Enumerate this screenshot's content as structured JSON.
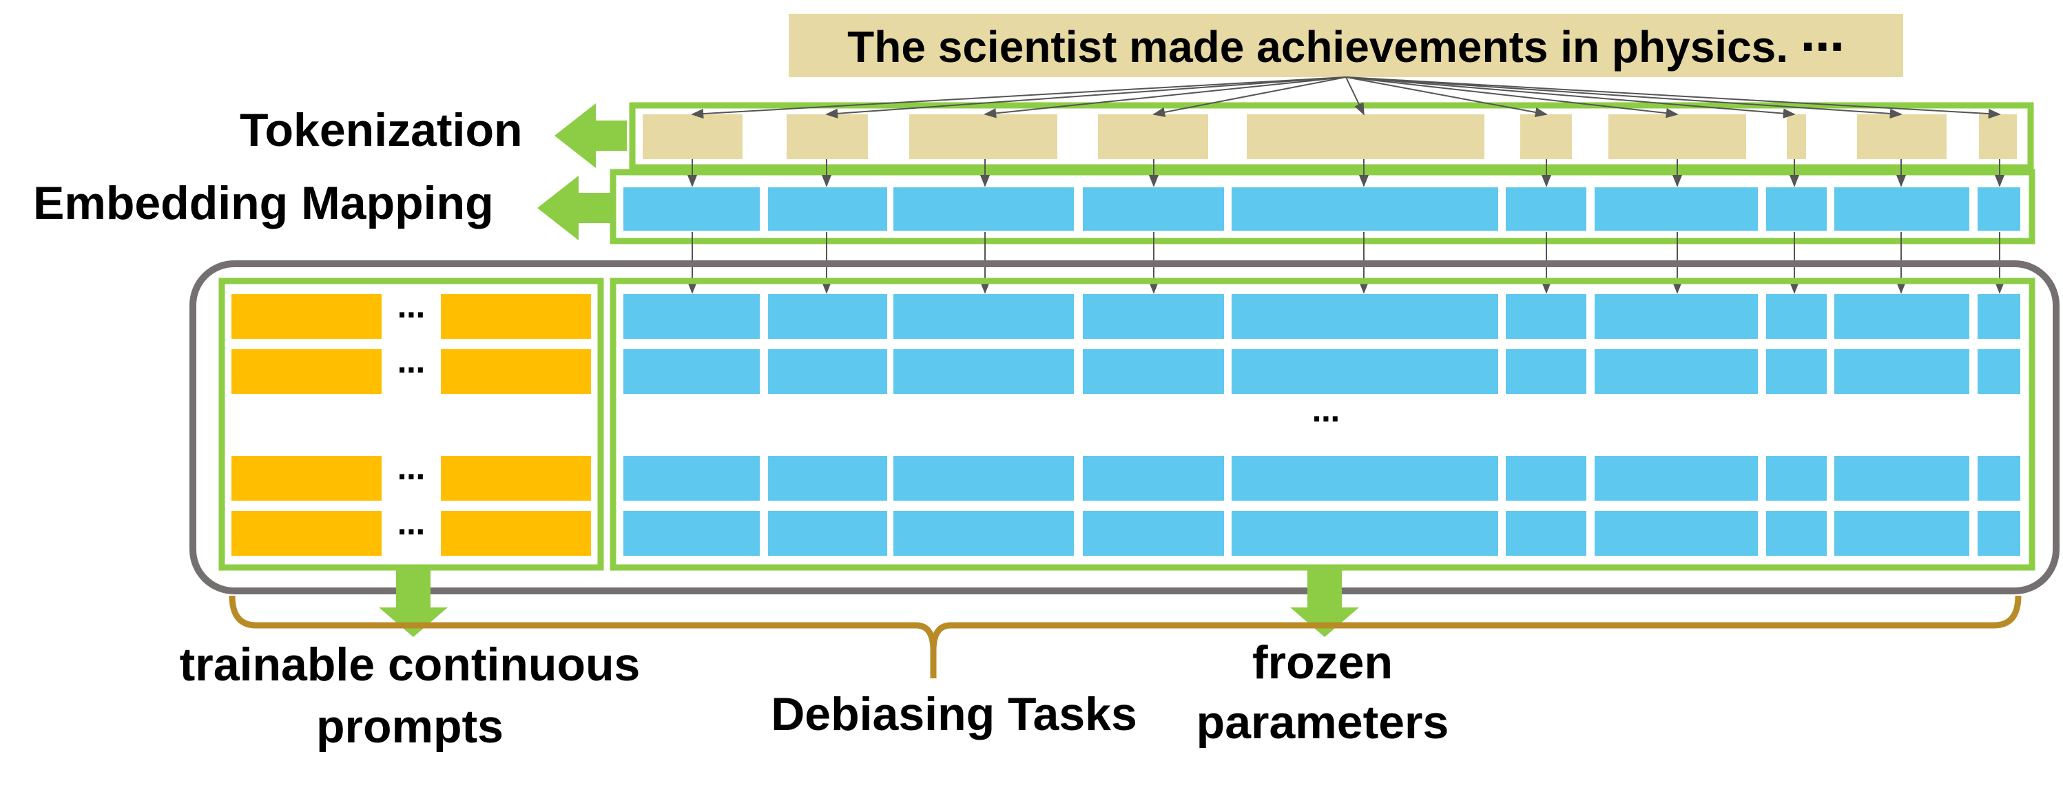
{
  "sentence": "The scientist made achievements in physics. ⋯",
  "labels": {
    "tokenization": "Tokenization",
    "embedding_mapping": "Embedding Mapping",
    "trainable_line1": "trainable continuous",
    "trainable_line2": "prompts",
    "debiasing_tasks": "Debiasing Tasks",
    "frozen_line1": "frozen",
    "frozen_line2": "parameters",
    "ellipsis": "⋯"
  },
  "colors": {
    "token": "#e6d9a3",
    "frozen_cell": "#5ec8ef",
    "prompt_cell": "#ffbf00",
    "green": "#8ccd45",
    "outer_box": "#757070",
    "brace": "#b98b26",
    "arrow_line": "#555555"
  },
  "frozen_row_count_shown": 4,
  "prompt_row_count_shown": 4
}
